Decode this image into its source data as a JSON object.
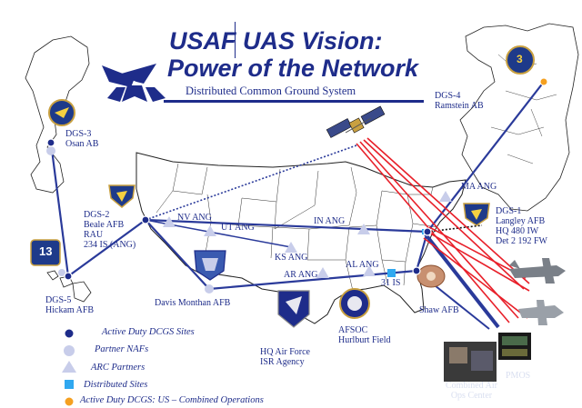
{
  "title": {
    "line1": "USAF UAS Vision:",
    "line2": "Power of the Network",
    "subtitle": "Distributed Common Ground System"
  },
  "sites": {
    "dgs3": {
      "line1": "DGS-3",
      "line2": "Osan AB"
    },
    "dgs4": {
      "line1": "DGS-4",
      "line2": "Ramstein AB"
    },
    "dgs2": {
      "line1": "DGS-2",
      "line2": "Beale AFB",
      "line3": "RAU",
      "line4": "234 IS (ANG)"
    },
    "dgs5": {
      "line1": "DGS-5",
      "line2": "Hickam AFB"
    },
    "dgs1": {
      "line1": "DGS-1",
      "line2": "Langley AFB",
      "line3": "HQ 480 IW",
      "line4": "Det 2 192 FW"
    },
    "davis": "Davis Monthan AFB",
    "shaw": "Shaw AFB",
    "hq_isr": {
      "line1": "HQ Air Force",
      "line2": "ISR Agency"
    },
    "afsoc": {
      "line1": "AFSOC",
      "line2": "Hurlburt Field"
    },
    "combined": {
      "line1": "Combined Air",
      "line2": "Ops Center"
    },
    "pmos": "PMOS"
  },
  "partners": {
    "nv": "NV ANG",
    "ut": "UT ANG",
    "ks": "KS ANG",
    "in": "IN ANG",
    "ma": "MA ANG",
    "ar": "AR ANG",
    "al": "AL ANG",
    "is31": "31 IS"
  },
  "badges": {
    "pacaf": "13",
    "usafe": "3"
  },
  "legend": {
    "active": "Active Duty DCGS Sites",
    "partner": "Partner NAFs",
    "arc": "ARC Partners",
    "distributed": "Distributed Sites",
    "combined": "Active Duty DCGS:  US – Combined Operations"
  },
  "colors": {
    "navy": "#1e2c8a",
    "link": "#2a3a9a",
    "red": "#e8202a",
    "partner": "#c8cdea",
    "distributed": "#30a8f0",
    "orange": "#f5a020"
  }
}
